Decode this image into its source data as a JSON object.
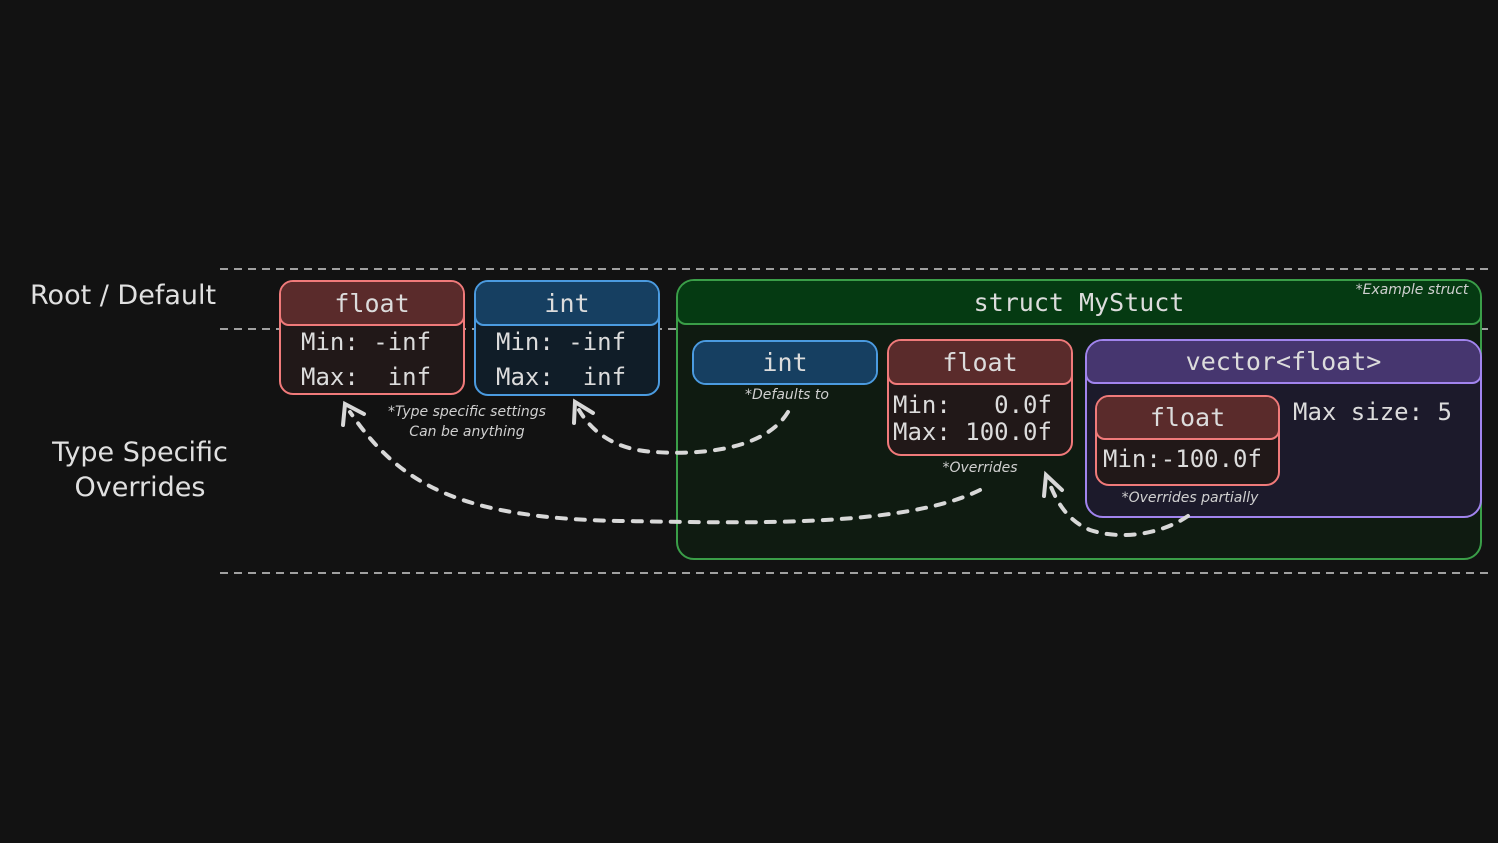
{
  "labels": {
    "root": "Root / Default",
    "type_specific_1": "Type Specific",
    "type_specific_2": "Overrides"
  },
  "root_float": {
    "title": "float",
    "min": "Min: -inf",
    "max": "Max:  inf"
  },
  "root_int": {
    "title": "int",
    "min": "Min: -inf",
    "max": "Max:  inf"
  },
  "root_note": {
    "line1": "*Type specific settings",
    "line2": "Can be anything"
  },
  "struct": {
    "title": "struct MyStuct",
    "note": "*Example struct",
    "int": {
      "title": "int",
      "note": "*Defaults to"
    },
    "float": {
      "title": "float",
      "min": "Min:   0.0f",
      "max": "Max: 100.0f",
      "note": "*Overrides"
    },
    "vector": {
      "title": "vector<float>",
      "max_size": "Max size: 5",
      "note": "*Overrides partially",
      "float": {
        "title": "float",
        "min": "Min:-100.0f"
      }
    }
  },
  "colors": {
    "float": "#f07a7a",
    "int": "#4b9be0",
    "struct": "#3a9e48",
    "vector": "#a184ee",
    "background": "#121212"
  }
}
